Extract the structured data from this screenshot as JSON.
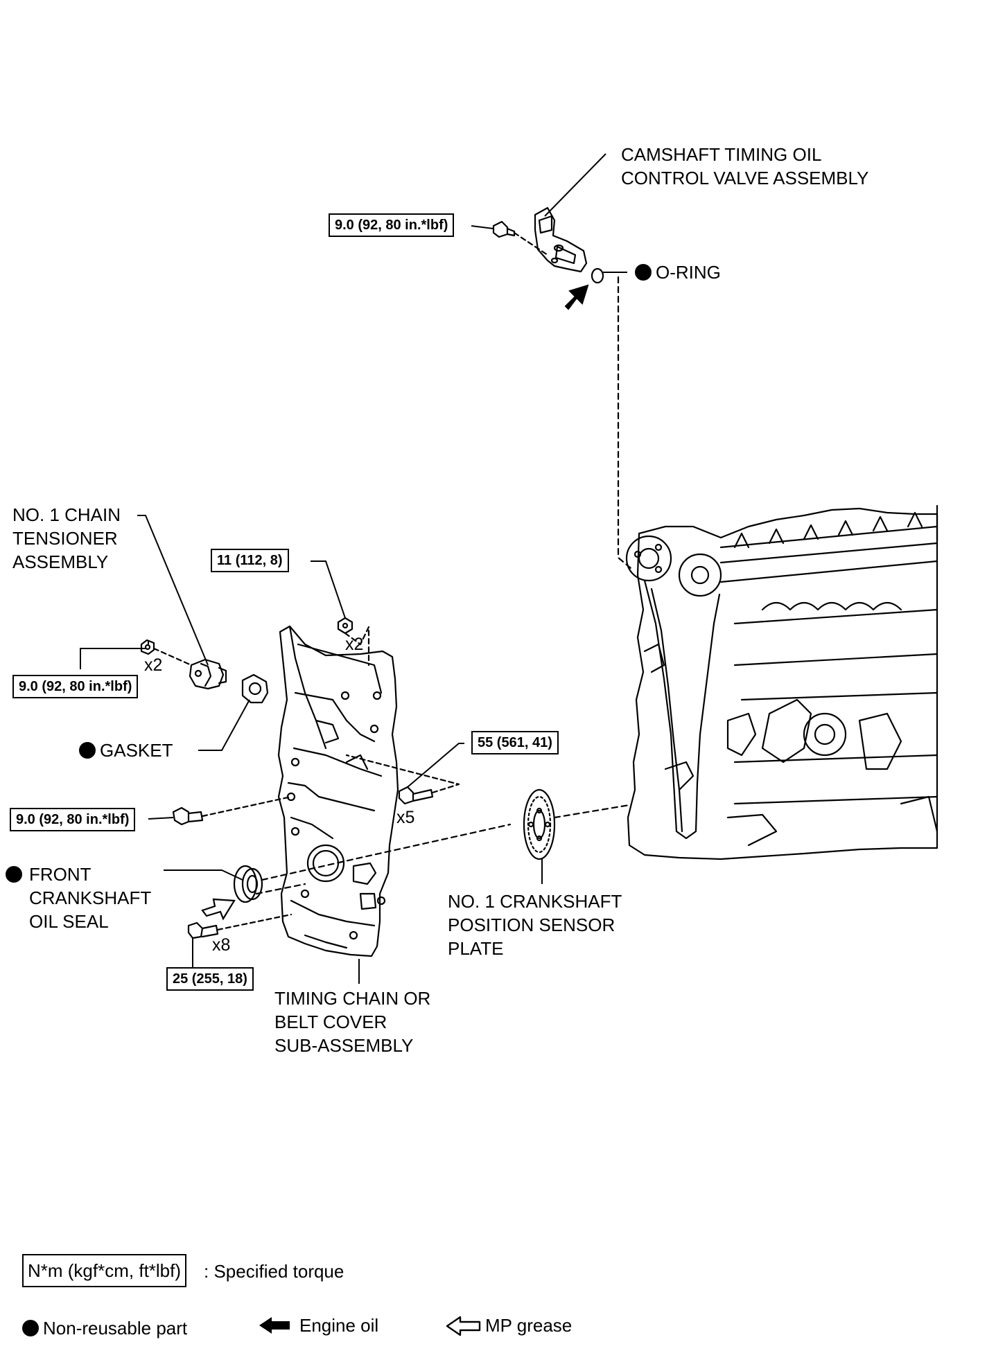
{
  "labels": {
    "camshaft_valve": [
      "CAMSHAFT TIMING OIL",
      "CONTROL VALVE ASSEMBLY"
    ],
    "o_ring": "O-RING",
    "chain_tensioner": [
      "NO. 1 CHAIN",
      "TENSIONER",
      "ASSEMBLY"
    ],
    "gasket": "GASKET",
    "front_seal": [
      "FRONT",
      "CRANKSHAFT",
      "OIL SEAL"
    ],
    "sensor_plate": [
      "NO. 1 CRANKSHAFT",
      "POSITION SENSOR",
      "PLATE"
    ],
    "timing_cover": [
      "TIMING CHAIN OR",
      "BELT COVER",
      "SUB-ASSEMBLY"
    ]
  },
  "torques": {
    "valve_bolt": "9.0 (92, 80 in.*lbf)",
    "cover_nut": "11 (112, 8)",
    "tensioner_nut": "9.0 (92, 80 in.*lbf)",
    "upper_bolt": "55 (561, 41)",
    "side_bolt": "9.0 (92, 80 in.*lbf)",
    "lower_bolt": "25 (255, 18)"
  },
  "quantities": {
    "cover_nut": "x2",
    "tensioner_nut": "x2",
    "upper_bolt": "x5",
    "lower_bolt": "x8"
  },
  "legend": {
    "torque_unit": "N*m (kgf*cm, ft*lbf)",
    "torque_desc": ": Specified torque",
    "non_reusable": "Non-reusable part",
    "engine_oil": "Engine oil",
    "mp_grease": "MP grease"
  }
}
